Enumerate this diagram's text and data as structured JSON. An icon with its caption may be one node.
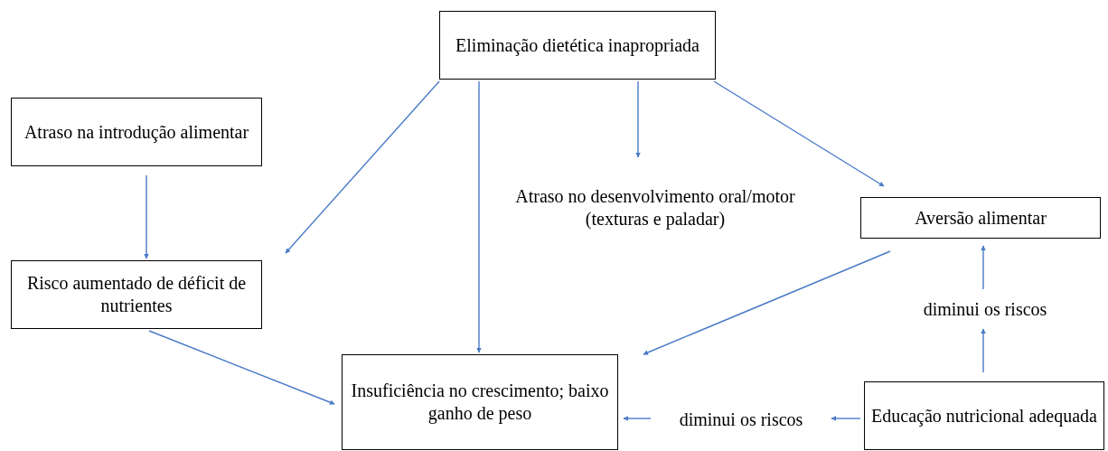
{
  "diagram": {
    "nodes": [
      {
        "text": [
          "Eliminação dietética inapropriada"
        ]
      },
      {
        "text": [
          "Atraso na introdução alimentar"
        ]
      },
      {
        "text": [
          "Atraso no desenvolvimento oral/motor (texturas e paladar)"
        ]
      },
      {
        "text": [
          "Aversão alimentar"
        ]
      },
      {
        "text": [
          "Risco aumentado de déficit de nutrientes"
        ]
      },
      {
        "text": [
          "diminui os riscos"
        ]
      },
      {
        "text": [
          "Insuficiência no crescimento; baixo ganho de peso"
        ]
      },
      {
        "text": [
          "diminui os riscos"
        ]
      },
      {
        "text": [
          "Educação nutricional adequada"
        ]
      }
    ],
    "edges": [
      {
        "from": 0,
        "to": 4,
        "arrow": "to"
      },
      {
        "from": 0,
        "to": 6,
        "arrow": "to"
      },
      {
        "from": 0,
        "to": 2,
        "arrow": "to"
      },
      {
        "from": 0,
        "to": 3,
        "arrow": "to"
      },
      {
        "from": 1,
        "to": 4,
        "arrow": "to"
      },
      {
        "from": 4,
        "to": 6,
        "arrow": "to"
      },
      {
        "from": 3,
        "to": 6,
        "arrow": "to"
      },
      {
        "from": 8,
        "to": 5,
        "arrow": "to"
      },
      {
        "from": 5,
        "to": 3,
        "arrow": "to"
      },
      {
        "from": 8,
        "to": 7,
        "arrow": "to"
      },
      {
        "from": 7,
        "to": 6,
        "arrow": "to"
      }
    ]
  }
}
